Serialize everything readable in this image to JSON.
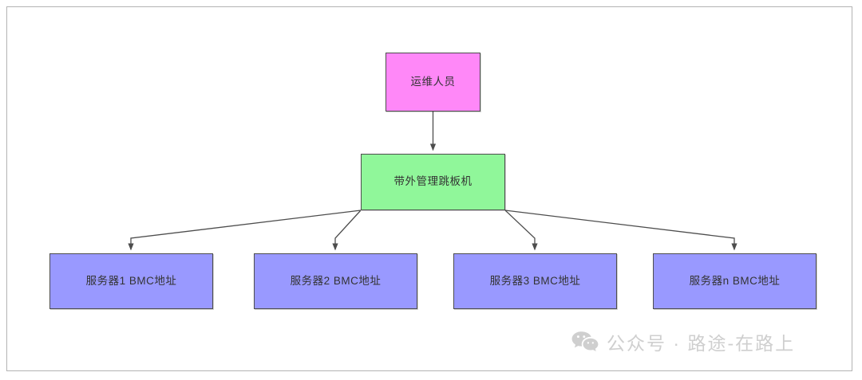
{
  "diagram": {
    "title_text": "",
    "background_color": "#ffffff",
    "frame_border_color": "#b3b3b3",
    "node_border_color": "#4d4d4d",
    "connector_color": "#4d4d4d",
    "nodes": {
      "ops": {
        "label": "运维人员",
        "fill": "#ff88f8"
      },
      "jump": {
        "label": "带外管理跳板机",
        "fill": "#90f79a"
      },
      "servers": [
        {
          "label": "服务器1  BMC地址",
          "fill": "#9999ff"
        },
        {
          "label": "服务器2  BMC地址",
          "fill": "#9999ff"
        },
        {
          "label": "服务器3  BMC地址",
          "fill": "#9999ff"
        },
        {
          "label": "服务器n  BMC地址",
          "fill": "#9999ff"
        }
      ]
    }
  },
  "watermark": {
    "icon": "wechat-icon",
    "text": "公众号 · 路途-在路上",
    "color": "#cfcfcf"
  }
}
